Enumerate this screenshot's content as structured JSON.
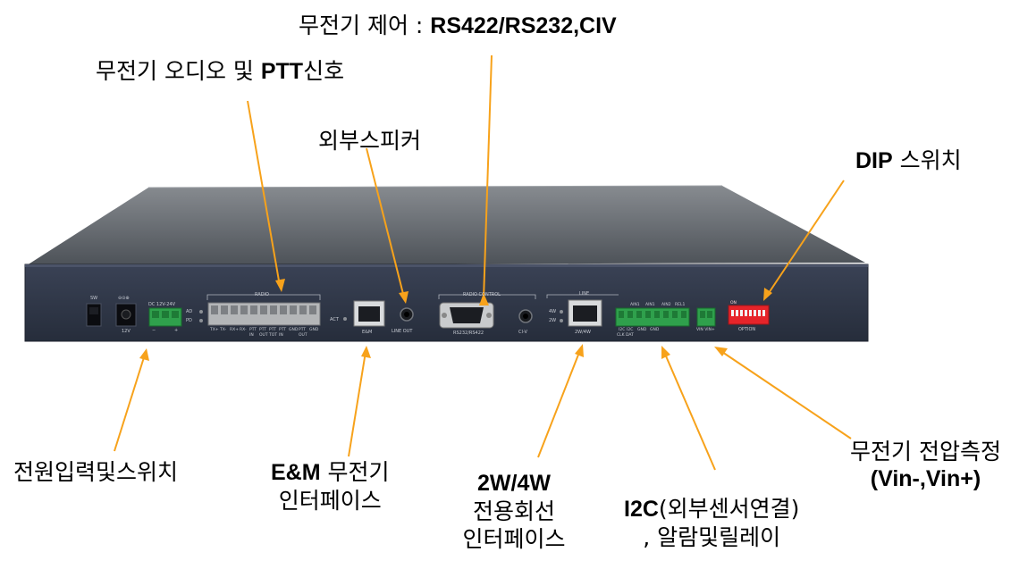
{
  "callouts": {
    "radio_control": {
      "prefix": "무전기 제어 : ",
      "suffix": "RS422/RS232,CIV"
    },
    "radio_audio": {
      "prefix": "무전기 오디오 및 ",
      "ptt": "PTT",
      "suffix": "신호"
    },
    "ext_speaker": "외부스피커",
    "dip_switch": {
      "prefix": "DIP",
      "suffix": " 스위치"
    },
    "power": "전원입력및스위치",
    "em": {
      "prefix": "E&M",
      "suffix": " 무전기",
      "line2": "인터페이스"
    },
    "line_2w4w": {
      "line1": "2W/4W",
      "line2": "전용회선",
      "line3": "인터페이스"
    },
    "i2c": {
      "prefix": "I2C",
      "suffix": "(외부센서연결)",
      "line2": ", 알람및릴레이"
    },
    "voltage": {
      "line1": "무전기 전압측정",
      "line2": "(Vin-,Vin+)"
    }
  },
  "panel_labels": {
    "sw": "SW",
    "dc_in_symbol": "⊖⊙⊕",
    "dc_range": "DC 12V-24V",
    "minus": "−",
    "plus": "+",
    "v12": "12V",
    "ad": "AD",
    "pd": "PD",
    "radio": "RADIO",
    "radio_pins": [
      "TX+",
      "TX-",
      "RX+",
      "RX-",
      "PTT IN",
      "PTT OUT",
      "PTT TOT",
      "PTT IN",
      "GND",
      "PTT OUT",
      "GND"
    ],
    "act": "ACT",
    "em": "E&M",
    "line_out": "LINE OUT",
    "radio_control": "RADIO CONTROL",
    "rs232": "RS232/RS422",
    "civ": "CI-V",
    "w4": "4W",
    "w2": "2W",
    "line": "LINE",
    "w2w4": "2W/4W",
    "relay_labels": [
      "AIN1",
      "AIN1",
      "AIN2",
      "REL1"
    ],
    "i2c_bottom": [
      "I2C",
      "I2C",
      "GND",
      "GND"
    ],
    "i2c_bottom2": "CLK DAT",
    "vin": "VIN  VIN+",
    "option": "OPTION",
    "dip_on": "ON"
  },
  "colors": {
    "arrow": "#f7a21b",
    "panel": "#2c3445",
    "top": "#5d6269",
    "terminal_green": "#2fa04c",
    "dip_red": "#e6242a"
  }
}
